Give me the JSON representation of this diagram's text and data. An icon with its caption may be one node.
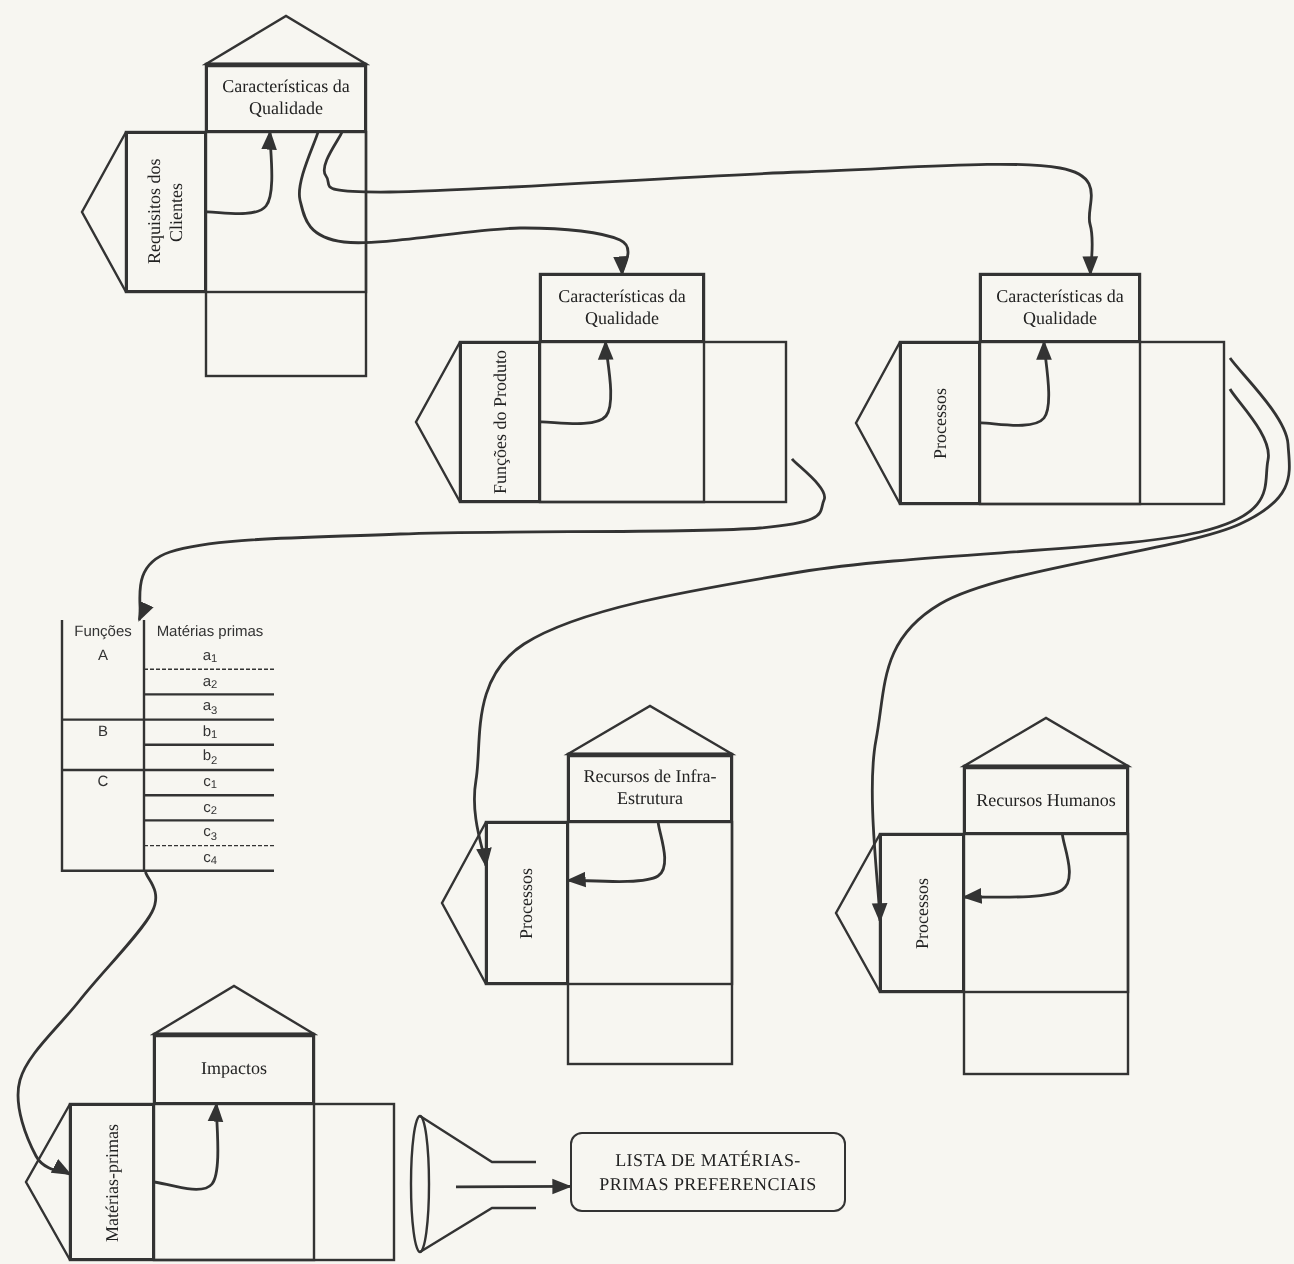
{
  "diagram": {
    "nodes": [
      {
        "text": [],
        "shape": "house"
      },
      {
        "text": [
          "Características da Qualidade"
        ],
        "in": 0
      },
      {
        "text": [
          "Requisitos dos Clientes"
        ],
        "in": 0
      },
      {
        "text": [],
        "shape": "house"
      },
      {
        "text": [
          "Características da Qualidade"
        ]
      },
      {
        "text": [
          "Funções do Produto"
        ],
        "in": 3
      },
      {
        "text": [],
        "shape": "house"
      },
      {
        "text": [
          "Características da Qualidade"
        ]
      },
      {
        "text": [
          "Processos"
        ],
        "in": 6
      },
      {
        "text": [
          "Funções",
          "Matérias primas",
          "A",
          "a$_{1}$",
          "a$_{2}$",
          "a$_{3}$",
          "B",
          "b$_{1}$",
          "b$_{2}$",
          "C",
          "c$_{1}$",
          "c$_{2}$",
          "c$_{3}$",
          "c$_{4}$"
        ]
      },
      {
        "text": [],
        "shape": "house"
      },
      {
        "text": [
          "Recursos de Infra-Estrutura"
        ],
        "in": 10
      },
      {
        "text": [
          "Processos"
        ],
        "in": 10
      },
      {
        "text": [],
        "shape": "house"
      },
      {
        "text": [
          "Recursos Humanos"
        ],
        "in": 13
      },
      {
        "text": [
          "Processos"
        ],
        "in": 13
      },
      {
        "text": [],
        "shape": "house"
      },
      {
        "text": [
          "Impactos"
        ]
      },
      {
        "text": [
          "Matérias-primas"
        ],
        "in": 16
      },
      {
        "text": [],
        "shape": "funnel"
      },
      {
        "text": [
          "LISTA DE MATÉRIAS-PRIMAS PREFERENCIAIS"
        ]
      }
    ],
    "edges": [
      {
        "from": 2,
        "to": 1,
        "arrow": "to"
      },
      {
        "from": 1,
        "to": 4,
        "arrow": "to"
      },
      {
        "from": 1,
        "to": 7,
        "arrow": "to"
      },
      {
        "from": 5,
        "to": 4,
        "arrow": "to"
      },
      {
        "from": 8,
        "to": 7,
        "arrow": "to"
      },
      {
        "from": 3,
        "to": 9,
        "arrow": "to"
      },
      {
        "from": 6,
        "to": 12,
        "arrow": "to"
      },
      {
        "from": 6,
        "to": 15,
        "arrow": "to"
      },
      {
        "from": 11,
        "to": 12,
        "arrow": "to"
      },
      {
        "from": 14,
        "to": 15,
        "arrow": "to"
      },
      {
        "from": 9,
        "to": 18,
        "arrow": "to"
      },
      {
        "from": 18,
        "to": 17,
        "arrow": "to"
      },
      {
        "from": 19,
        "to": 20,
        "arrow": "to"
      }
    ]
  }
}
